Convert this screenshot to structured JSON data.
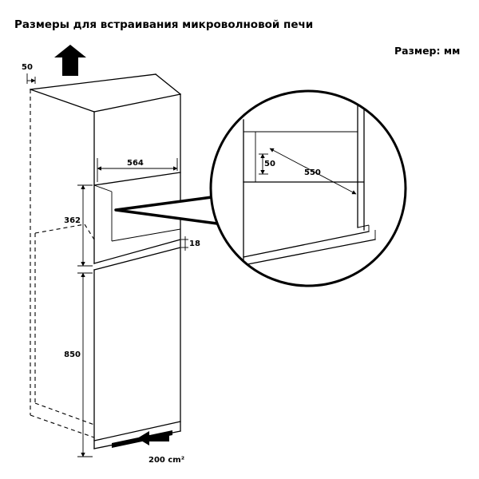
{
  "title": "Размеры для встраивания микроволновой печи",
  "unit_label": "Размер: мм",
  "dimensions": {
    "top_clearance": "50",
    "niche_width": "564",
    "niche_height": "362",
    "shelf_thickness": "18",
    "cabinet_height": "850",
    "vent_area": "200 cm²",
    "detail_offset": "50",
    "detail_depth": "550"
  },
  "icons": {
    "airflow_out": "arrow-up-icon",
    "airflow_in": "arrow-left-icon"
  },
  "colors": {
    "line": "#000000",
    "background": "#ffffff"
  }
}
